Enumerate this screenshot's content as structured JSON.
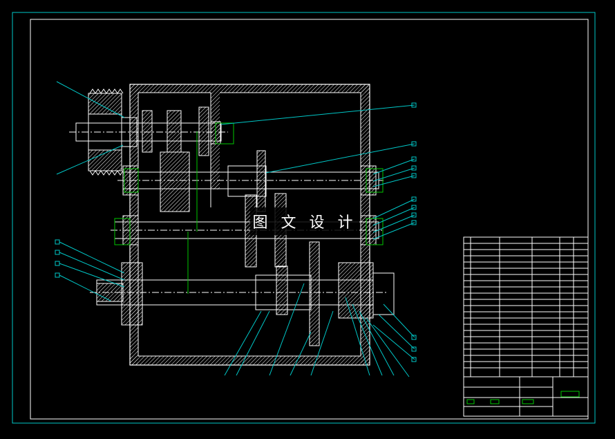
{
  "watermark": {
    "text": "图 文 设 计"
  },
  "colors": {
    "background": "#000000",
    "outline": "#ffffff",
    "leader": "#00c8c8",
    "centerline": "#00c800",
    "border": "#00c8c8",
    "hatch": "#ffffff"
  },
  "drawing": {
    "type": "gearbox cross-section assembly",
    "shafts": 4,
    "has_pulley": true,
    "has_title_block": true,
    "has_parts_list": true
  }
}
